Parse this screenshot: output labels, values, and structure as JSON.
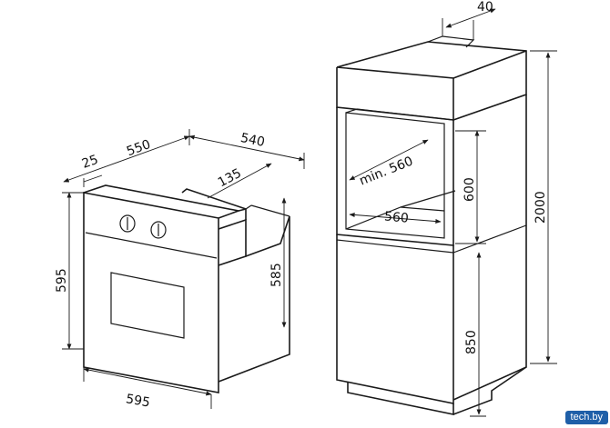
{
  "dimensions": {
    "oven_top_overhang": "25",
    "oven_depth": "550",
    "oven_total_depth": "540",
    "oven_back_depth": "135",
    "oven_height": "595",
    "oven_body_height": "585",
    "oven_width": "595",
    "niche_min_depth": "min. 560",
    "niche_width": "560",
    "niche_height": "600",
    "cabinet_lower_height": "850",
    "cabinet_total_height": "2000",
    "cabinet_back_gap": "40"
  },
  "watermark": "tech.by"
}
